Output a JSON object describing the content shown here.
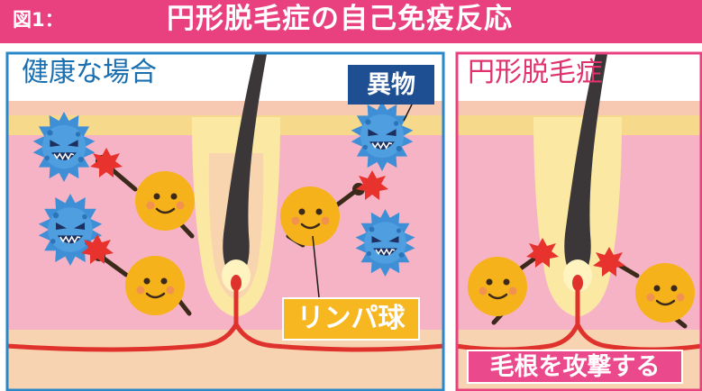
{
  "header": {
    "figure_label": "図1：",
    "title": "円形脱毛症の自己免疫反応",
    "bar_color": "#e9417f"
  },
  "left_panel": {
    "title": "健康な場合",
    "title_color": "#1a6fb0",
    "border_color": "#2a88c8",
    "label_foreign": "異物",
    "label_lymph": "リンパ球"
  },
  "right_panel": {
    "title": "円形脱毛症",
    "title_color": "#e0326e",
    "border_color": "#e9417f",
    "label_attack": "毛根を攻撃する"
  },
  "colors": {
    "skin_pink": "#f5b3c5",
    "skin_upper": "#f7c9b3",
    "fat": "#f8d3b1",
    "follicle_yellow": "#fbe9a3",
    "hair": "#3b3638",
    "blood": "#e0322c",
    "virus": "#3f8fd6",
    "lymphocyte": "#f6b21b",
    "attack_burst": "#e8322e"
  }
}
